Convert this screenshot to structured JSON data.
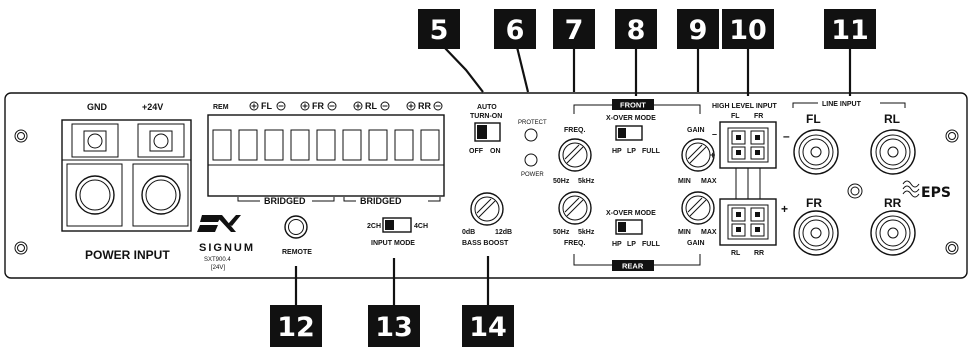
{
  "labels": {
    "gnd": "GND",
    "plus24v": "+24V",
    "power_input": "POWER INPUT",
    "rem": "REM",
    "fl": "FL",
    "fr": "FR",
    "rl": "RL",
    "rr": "RR",
    "bridged_1": "BRIDGED",
    "bridged_2": "BRIDGED",
    "remote": "REMOTE",
    "auto_turn_on_1": "AUTO",
    "auto_turn_on_2": "TURN-ON",
    "off": "OFF",
    "on": "ON",
    "protect": "PROTECT",
    "power": "POWER",
    "input_mode_2ch": "2CH",
    "input_mode_4ch": "4CH",
    "input_mode": "INPUT MODE",
    "bass_min": "0dB",
    "bass_max": "12dB",
    "bass_boost": "BASS BOOST",
    "front": "FRONT",
    "rear": "REAR",
    "freq_top": "FREQ.",
    "freq_bottom": "FREQ.",
    "freq_min_top": "50Hz",
    "freq_max_top": "5kHz",
    "freq_min_bottom": "50Hz",
    "freq_max_bottom": "5kHz",
    "xover_top": "X-OVER MODE",
    "xover_bottom": "X-OVER MODE",
    "hp_top": "HP",
    "lp_top": "LP",
    "full_top": "FULL",
    "hp_bottom": "HP",
    "lp_bottom": "LP",
    "full_bottom": "FULL",
    "gain_top": "GAIN",
    "gain_bottom": "GAIN",
    "min_top": "MIN",
    "max_top": "MAX",
    "min_bottom": "MIN",
    "max_bottom": "MAX",
    "high_level_input": "HIGH LEVEL INPUT",
    "hl_fl": "FL",
    "hl_fr": "FR",
    "hl_rl": "RL",
    "hl_rr": "RR",
    "hl_minus": "–",
    "hl_plus": "+",
    "line_input": "LINE INPUT",
    "li_fl": "FL",
    "li_rl": "RL",
    "li_fr": "FR",
    "li_rr": "RR",
    "li_minus": "–",
    "li_plus": "+",
    "brand_signum": "SIGNUM",
    "brand_model": "SXT900.4",
    "brand_voltage": "[24V]",
    "brand_eps": "EPS"
  },
  "callouts": [
    "5",
    "6",
    "7",
    "8",
    "9",
    "10",
    "11",
    "12",
    "13",
    "14"
  ],
  "colors": {
    "ink": "#111111",
    "panel": "#ffffff",
    "callout_bg": "#111111",
    "callout_text": "#ffffff"
  }
}
